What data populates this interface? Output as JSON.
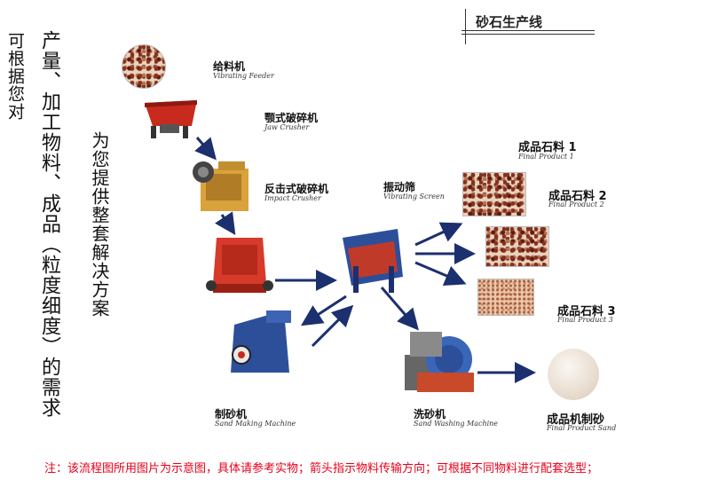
{
  "left_texts": {
    "col1": "可根据您对",
    "col2": "产量、加工物料、成品（粒度细度）的需求",
    "col3": "为您提供整套解决方案"
  },
  "title": "砂石生产线",
  "machines": {
    "feeder": {
      "cn": "给料机",
      "en": "Vibrating Feeder"
    },
    "jaw": {
      "cn": "颚式破碎机",
      "en": "Jaw Crusher"
    },
    "impact": {
      "cn": "反击式破碎机",
      "en": "Impact Crusher"
    },
    "screen": {
      "cn": "振动筛",
      "en": "Vibrating Screen"
    },
    "sandmaking": {
      "cn": "制砂机",
      "en": "Sand Making Machine"
    },
    "washing": {
      "cn": "洗砂机",
      "en": "Sand Washing Machine"
    }
  },
  "products": {
    "p1": {
      "cn": "成品石料 1",
      "en": "Final Product 1"
    },
    "p2": {
      "cn": "成品石料 2",
      "en": "Final Product 2"
    },
    "p3": {
      "cn": "成品石料 3",
      "en": "Final Product 3"
    },
    "sand": {
      "cn": "成品机制砂",
      "en": "Final Product Sand"
    }
  },
  "footnote": "注：该流程图所用图片为示意图，具体请参考实物；箭头指示物料传输方向；可根据不同物料进行配套选型；",
  "colors": {
    "accent_red": "#e6001a",
    "machine_red": "#d63a2a",
    "machine_blue": "#2d4f9a",
    "jaw_yellow": "#d9a23a"
  }
}
